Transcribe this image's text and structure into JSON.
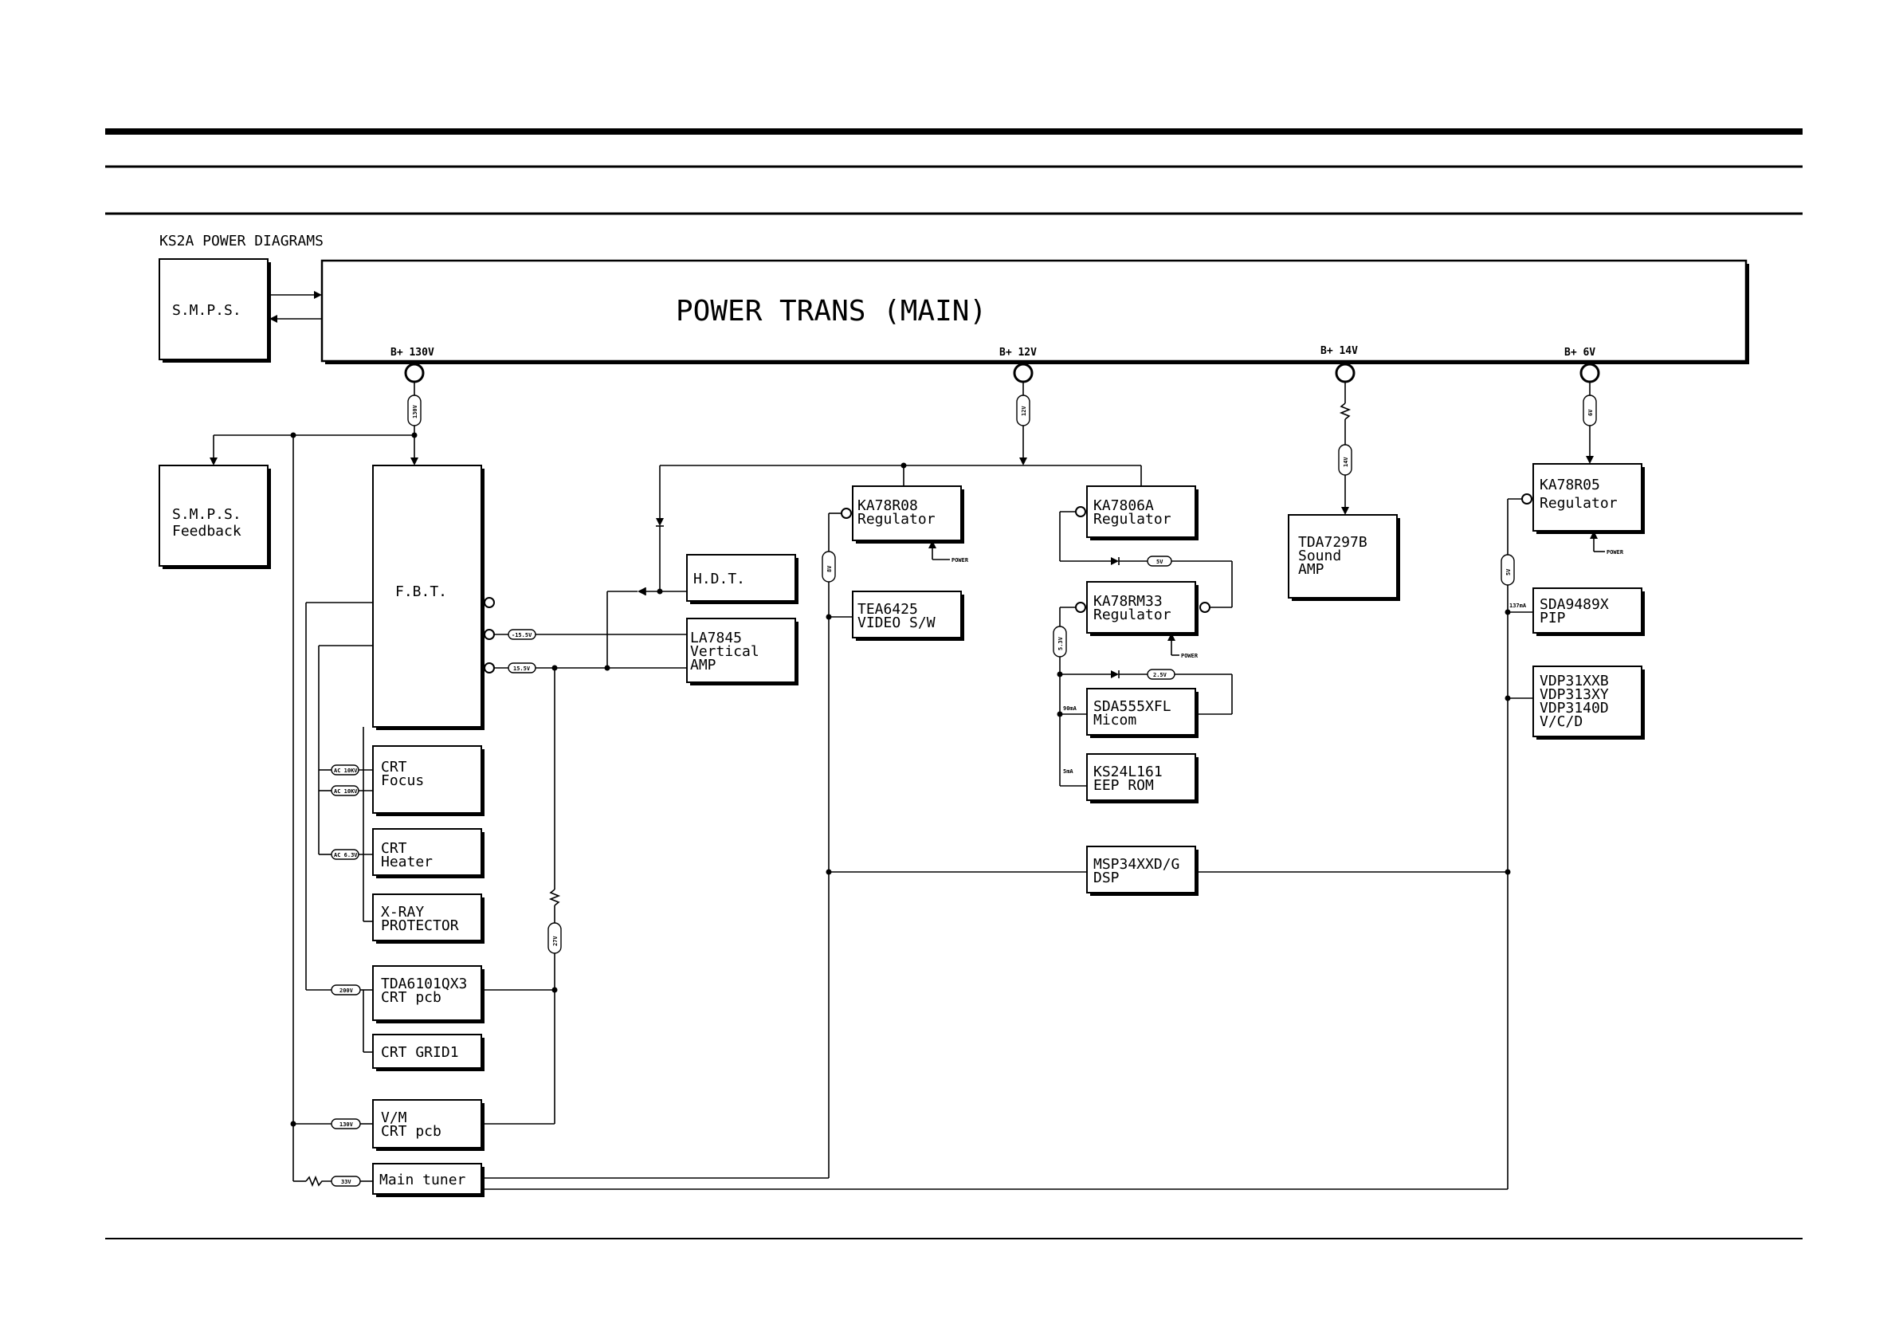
{
  "title": "KS2A POWER DIAGRAMS",
  "power_trans": "POWER TRANS (MAIN)",
  "rails": {
    "b130": "B+ 130V",
    "b12": "B+ 12V",
    "b14": "B+ 14V",
    "b6": "B+ 6V"
  },
  "blocks": {
    "smps": [
      "S.M.P.S."
    ],
    "smps_feedback": [
      "S.M.P.S.",
      "Feedback"
    ],
    "fbt": [
      "F.B.T."
    ],
    "hdt": [
      "H.D.T."
    ],
    "la7845": [
      "LA7845",
      "Vertical",
      "AMP"
    ],
    "crt_focus": [
      "CRT",
      "Focus"
    ],
    "crt_heater": [
      "CRT",
      "Heater"
    ],
    "xray": [
      "X-RAY",
      "PROTECTOR"
    ],
    "tda6101": [
      "TDA6101QX3",
      "CRT pcb"
    ],
    "crt_grid": [
      "CRT GRID1"
    ],
    "vm": [
      "V/M",
      "CRT pcb"
    ],
    "tuner": [
      "Main tuner"
    ],
    "ka78r08": [
      "KA78R08",
      "Regulator"
    ],
    "tea6425": [
      "TEA6425",
      "VIDEO S/W"
    ],
    "ka7806a": [
      "KA7806A",
      "Regulator"
    ],
    "ka78rm33": [
      "KA78RM33",
      "Regulator"
    ],
    "sda555": [
      "SDA555XFL",
      "Micom"
    ],
    "ks24": [
      "KS24L161",
      "EEP ROM"
    ],
    "msp": [
      "MSP34XXD/G",
      "DSP"
    ],
    "tda7297": [
      "TDA7297B",
      "Sound",
      "AMP"
    ],
    "ka78r05": [
      "KA78R05",
      "Regulator"
    ],
    "sda9489": [
      "SDA9489X",
      "PIP"
    ],
    "vdp": [
      "VDP31XXB",
      "VDP313XY",
      "VDP3140D",
      "V/C/D"
    ]
  },
  "labels": {
    "fuse_130": "130V",
    "fuse_12": "12V",
    "fuse_14": "14V",
    "fuse_6": "6V",
    "neg15": "-15.5V",
    "pos15": "15.5V",
    "ac10a": "AC 10KV",
    "ac10b": "AC 10KV",
    "ac63": "AC 6.3V",
    "v200": "200V",
    "v130": "130V",
    "v33": "33V",
    "v27": "27V",
    "v8": "8V",
    "v5": "5V",
    "v5b": "5V",
    "v5mid": "5.3V",
    "v25": "2.5V",
    "ma90": "90mA",
    "ma5": "5mA",
    "ma137": "137mA",
    "power1": "POWER",
    "power2": "POWER",
    "power3": "POWER"
  }
}
